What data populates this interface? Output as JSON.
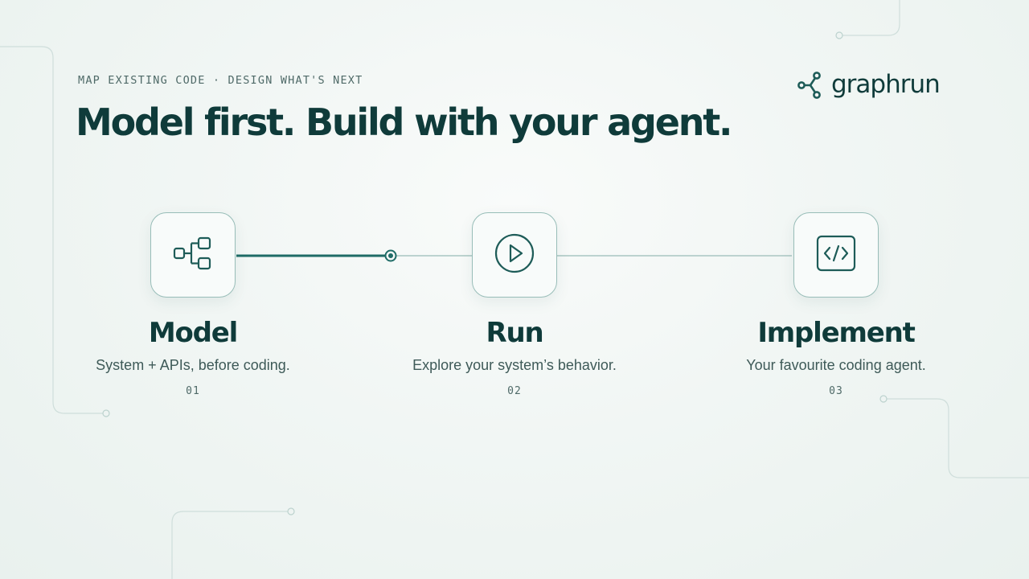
{
  "header": {
    "eyebrow": "MAP EXISTING CODE · DESIGN WHAT'S NEXT",
    "headline": "Model first. Build with your agent."
  },
  "logo": {
    "text": "graphrun",
    "icon": "graph-nodes-icon"
  },
  "steps": [
    {
      "title": "Model",
      "description": "System + APIs, before coding.",
      "number": "01",
      "icon": "hierarchy-icon"
    },
    {
      "title": "Run",
      "description": "Explore your system’s behavior.",
      "number": "02",
      "icon": "play-icon"
    },
    {
      "title": "Implement",
      "description": "Your favourite coding agent.",
      "number": "03",
      "icon": "code-icon"
    }
  ],
  "progress": {
    "completed_steps": 1,
    "total_steps": 3
  },
  "colors": {
    "primary": "#0f3b3a",
    "accent": "#1e6b66",
    "line_muted": "#a9c6c2",
    "background": "#f1f6f4"
  }
}
